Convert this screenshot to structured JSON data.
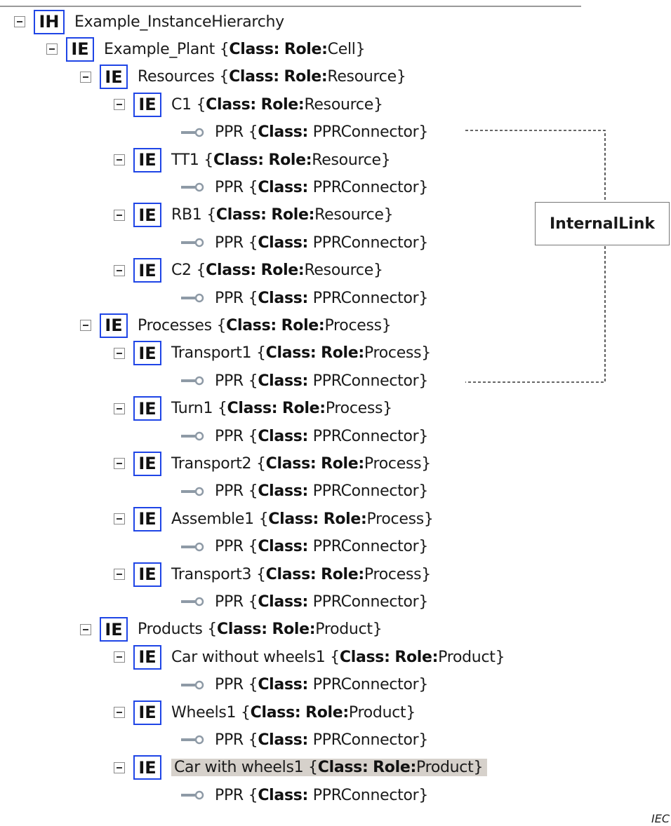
{
  "tree": {
    "root": {
      "badge": "IH",
      "name": "Example_InstanceHierarchy"
    },
    "plant": {
      "badge": "IE",
      "name": "Example_Plant",
      "class_label": "Class:",
      "role_label": "Role:",
      "role": "Cell"
    },
    "resources": {
      "badge": "IE",
      "name": "Resources",
      "role": "Resource",
      "items": [
        {
          "badge": "IE",
          "name": "C1",
          "role": "Resource"
        },
        {
          "badge": "IE",
          "name": "TT1",
          "role": "Resource"
        },
        {
          "badge": "IE",
          "name": "RB1",
          "role": "Resource"
        },
        {
          "badge": "IE",
          "name": "C2",
          "role": "Resource"
        }
      ]
    },
    "processes": {
      "badge": "IE",
      "name": "Processes",
      "role": "Process",
      "items": [
        {
          "badge": "IE",
          "name": "Transport1",
          "role": "Process"
        },
        {
          "badge": "IE",
          "name": "Turn1",
          "role": "Process"
        },
        {
          "badge": "IE",
          "name": "Transport2",
          "role": "Process"
        },
        {
          "badge": "IE",
          "name": "Assemble1",
          "role": "Process"
        },
        {
          "badge": "IE",
          "name": "Transport3",
          "role": "Process"
        }
      ]
    },
    "products": {
      "badge": "IE",
      "name": "Products",
      "role": "Product",
      "items": [
        {
          "badge": "IE",
          "name": "Car without wheels1",
          "role": "Product"
        },
        {
          "badge": "IE",
          "name": "Wheels1",
          "role": "Product"
        },
        {
          "badge": "IE",
          "name": "Car with wheels1",
          "role": "Product"
        }
      ]
    },
    "interface": {
      "name": "PPR",
      "class": "PPRConnector"
    },
    "labels": {
      "class": "Class:",
      "role": "Role:",
      "open": "{",
      "close": "}"
    }
  },
  "internal_link_label": "InternalLink",
  "footer_mark": "IEC",
  "colors": {
    "badge_border": "#1f45e6",
    "highlight": "#d6d1cb"
  },
  "icons": {
    "collapse": "minus-box-icon",
    "interface": "connector-icon"
  }
}
